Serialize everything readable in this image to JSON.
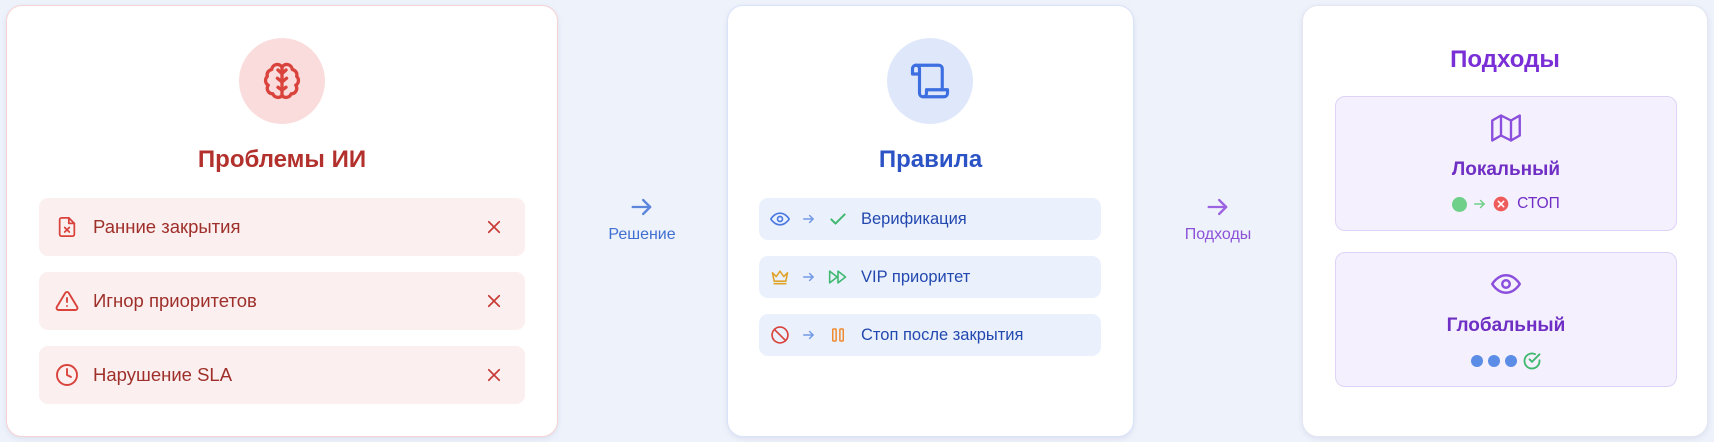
{
  "problems": {
    "title": "Проблемы ИИ",
    "icon": "brain-icon",
    "color": "#b3312d",
    "items": [
      {
        "label": "Ранние закрытия",
        "icon": "file-x-icon"
      },
      {
        "label": "Игнор приоритетов",
        "icon": "warning-triangle-icon"
      },
      {
        "label": "Нарушение SLA",
        "icon": "clock-icon"
      }
    ]
  },
  "connector_1": {
    "label": "Решение",
    "icon": "arrow-right-icon"
  },
  "rules": {
    "title": "Правила",
    "icon": "scroll-icon",
    "color": "#2b53c6",
    "items": [
      {
        "label": "Верификация",
        "from_icon": "eye-icon",
        "to_icon": "check-icon"
      },
      {
        "label": "VIP приоритет",
        "from_icon": "crown-icon",
        "to_icon": "fast-forward-icon"
      },
      {
        "label": "Стоп после закрытия",
        "from_icon": "ban-icon",
        "to_icon": "pause-icon"
      }
    ]
  },
  "connector_2": {
    "label": "Подходы",
    "icon": "arrow-right-icon"
  },
  "approaches": {
    "title": "Подходы",
    "color": "#7a2fd6",
    "local": {
      "title": "Локальный",
      "icon": "map-icon",
      "stop_label": "СТОП"
    },
    "global": {
      "title": "Глобальный",
      "icon": "eye-icon"
    }
  }
}
